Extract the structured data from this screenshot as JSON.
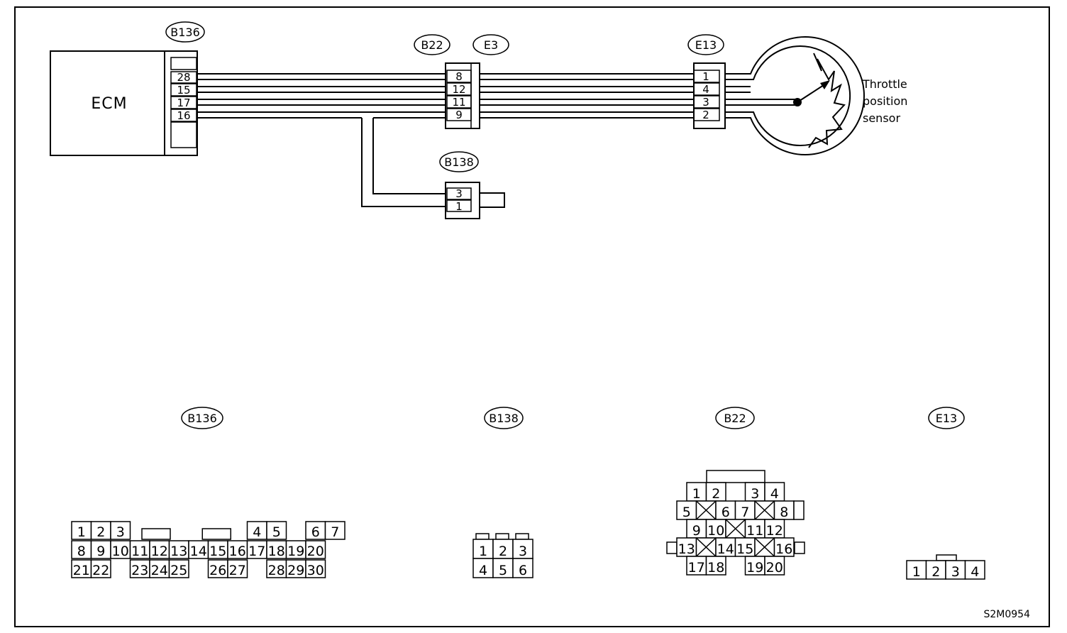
{
  "ecm_label": "ECM",
  "sensor_label": [
    "Throttle",
    "position",
    "sensor"
  ],
  "figure_code": "S2M0954",
  "connectors": {
    "b136": "B136",
    "b22": "B22",
    "e3": "E3",
    "e13": "E13",
    "b138": "B138"
  },
  "wiring_pins": {
    "b136": [
      "28",
      "15",
      "17",
      "16"
    ],
    "b22": [
      "8",
      "12",
      "11",
      "9"
    ],
    "e13": [
      "1",
      "4",
      "3",
      "2"
    ],
    "b138": [
      "3",
      "1"
    ]
  },
  "faces": {
    "b136": {
      "row1": [
        "1",
        "2",
        "3",
        "4",
        "5",
        "6",
        "7"
      ],
      "row2": [
        "8",
        "9",
        "10",
        "11",
        "12",
        "13",
        "14",
        "15",
        "16",
        "17",
        "18",
        "19",
        "20"
      ],
      "row3": [
        "21",
        "22",
        "23",
        "24",
        "25",
        "26",
        "27",
        "28",
        "29",
        "30"
      ]
    },
    "b138": [
      "1",
      "2",
      "3",
      "4",
      "5",
      "6"
    ],
    "b22": {
      "row1": [
        "1",
        "2",
        "3",
        "4"
      ],
      "row2": [
        "5",
        "6",
        "7",
        "8"
      ],
      "row3": [
        "9",
        "10",
        "11",
        "12"
      ],
      "row4": [
        "13",
        "14",
        "15",
        "16"
      ],
      "row5": [
        "17",
        "18",
        "19",
        "20"
      ]
    },
    "e13": [
      "1",
      "2",
      "3",
      "4"
    ]
  }
}
